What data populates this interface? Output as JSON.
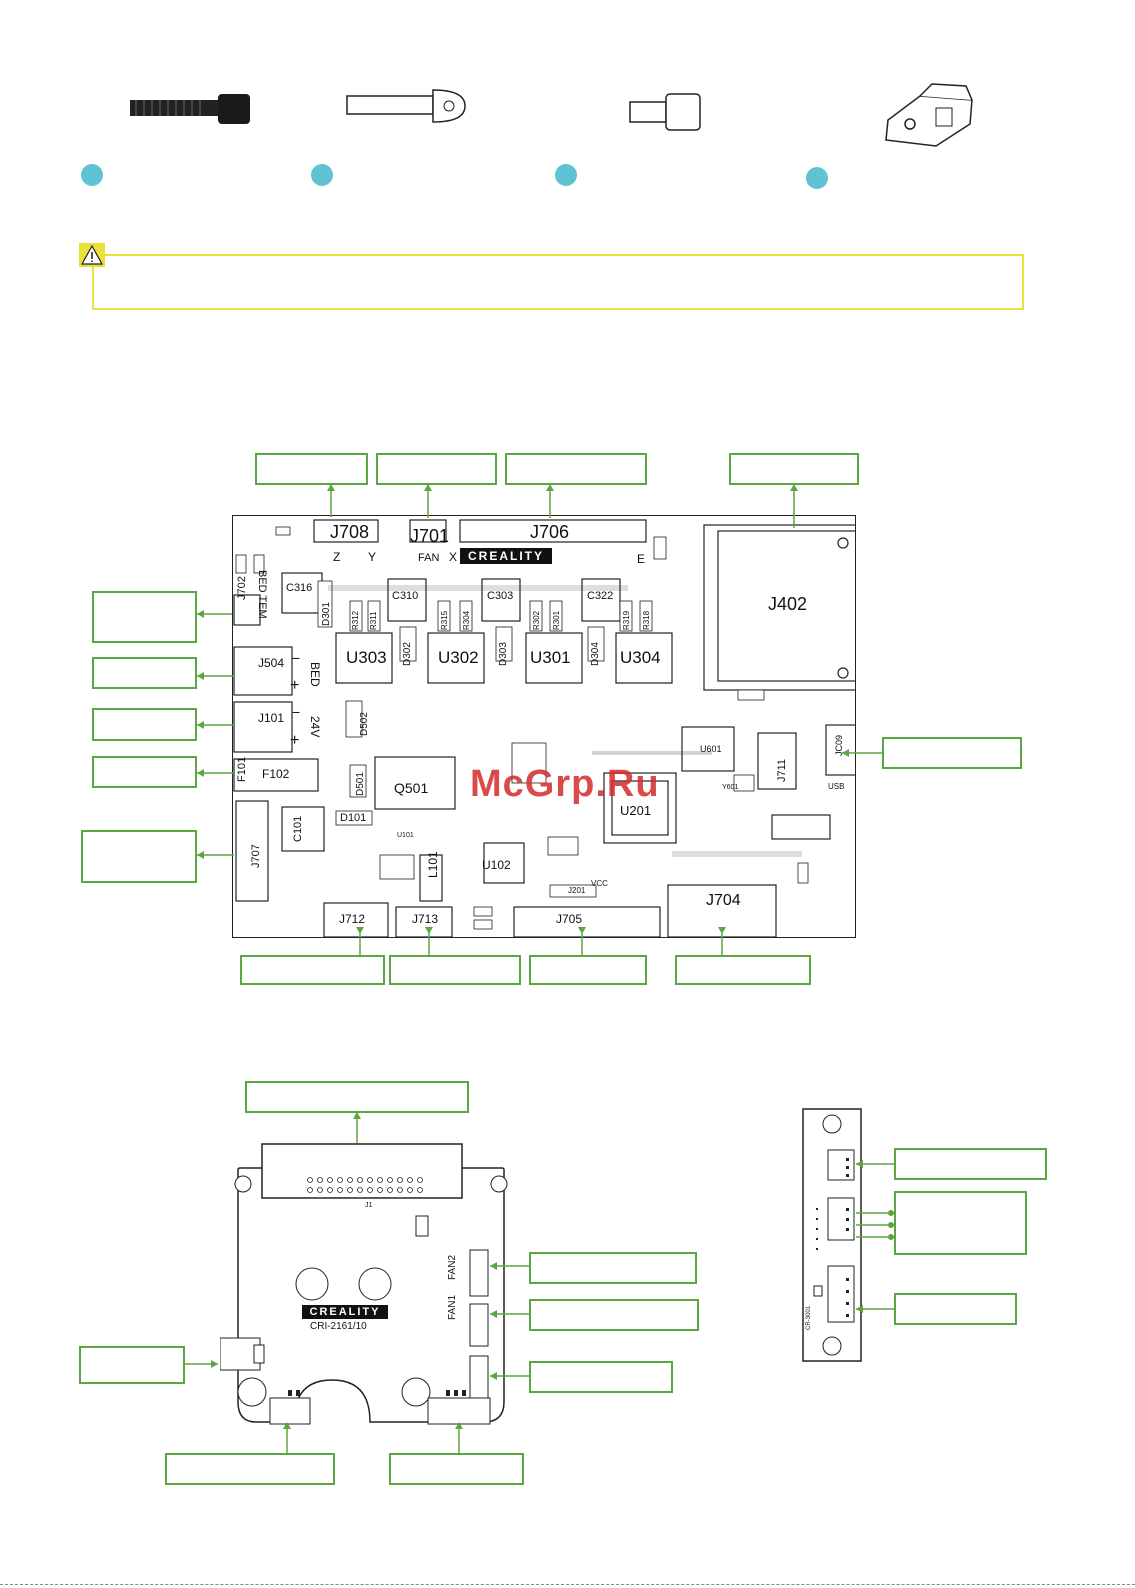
{
  "board": {
    "connectors": {
      "j708": "J708",
      "j701": "J701",
      "j706": "J706",
      "j402": "J402",
      "j702": "J702",
      "j504": "J504",
      "j101": "J101",
      "f101": "F101",
      "f102": "F102",
      "j707": "J707",
      "j712": "J712",
      "j713": "J713",
      "j705": "J705",
      "j704": "J704",
      "j711": "J711",
      "jc09": "JC09",
      "usb": "USB",
      "q501": "Q501",
      "u201": "U201",
      "u102": "U102",
      "u601": "U601",
      "l101": "L101",
      "c101": "C101",
      "c316": "C316",
      "c310": "C310",
      "c303": "C303",
      "c322": "C322",
      "u303": "U303",
      "u302": "U302",
      "u301": "U301",
      "u304": "U304",
      "d301": "D301",
      "d302": "D302",
      "d303": "D303",
      "d304": "D304",
      "d501": "D501",
      "d502": "D502",
      "d101": "D101",
      "r312": "R312",
      "r311": "R311",
      "r315": "R315",
      "r304": "R304",
      "r302": "R302",
      "r301": "R301",
      "r319": "R319",
      "r318": "R318",
      "y601": "Y601",
      "u101": "U101",
      "j201": "J201",
      "vcc": "VCC"
    },
    "axis_labels": {
      "z": "Z",
      "y": "Y",
      "fan": "FAN",
      "x": "X",
      "e": "E",
      "bed_tem": "BED TEM",
      "bed": "BED",
      "v24": "24V",
      "minus": "−",
      "plus": "+"
    },
    "logo": "CREALITY"
  },
  "head_board": {
    "logo": "CREALITY",
    "model": "CRI-2161/10",
    "fan2": "FAN2",
    "fan1": "FAN1",
    "j1": "J1"
  },
  "side_board": {
    "model": "CR-3001"
  },
  "watermark": "McGrp.Ru",
  "colors": {
    "accent_dot": "#5ec4d4",
    "callout_border": "#5aa640",
    "warning_border": "#e9e03a",
    "watermark": "#d42b2b"
  }
}
